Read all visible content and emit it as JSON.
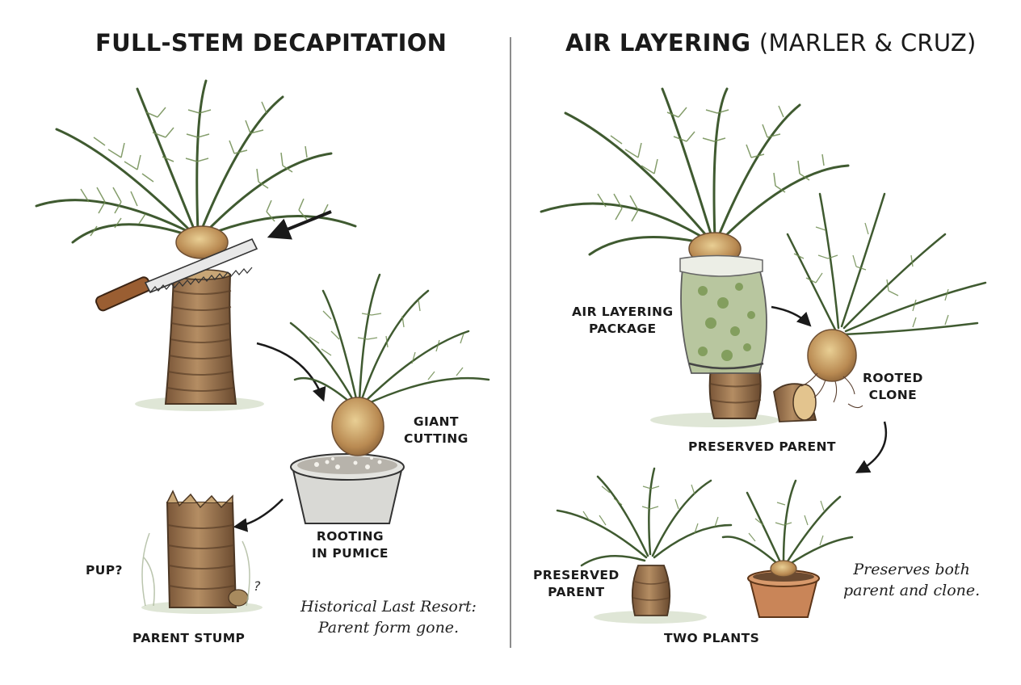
{
  "left_panel": {
    "title": "FULL-STEM DECAPITATION",
    "labels": {
      "giant_cutting": [
        "GIANT",
        "CUTTING"
      ],
      "rooting": [
        "ROOTING",
        "IN PUMICE"
      ],
      "pup": "PUP?",
      "question": "?",
      "parent_stump": "PARENT STUMP"
    },
    "note": [
      "Historical Last Resort:",
      "Parent form gone."
    ]
  },
  "right_panel": {
    "title": "AIR LAYERING",
    "title_sub": "(MARLER & CRUZ)",
    "labels": {
      "air_layering_package": [
        "AIR LAYERING",
        "PACKAGE"
      ],
      "rooted_clone": [
        "ROOTED",
        "CLONE"
      ],
      "preserved_parent_top": "PRESERVED PARENT",
      "preserved_parent_bottom": [
        "PRESERVED",
        "PARENT"
      ],
      "two_plants": "TWO PLANTS"
    },
    "note": [
      "Preserves both",
      "parent and clone."
    ]
  },
  "colors": {
    "frond": "#5f7a45",
    "frond_dark": "#3f5a30",
    "trunk": "#a8825a",
    "trunk_dark": "#6e4f33",
    "pot": "#c98558",
    "pot_gray": "#d8d8d4",
    "divider": "#666666"
  }
}
